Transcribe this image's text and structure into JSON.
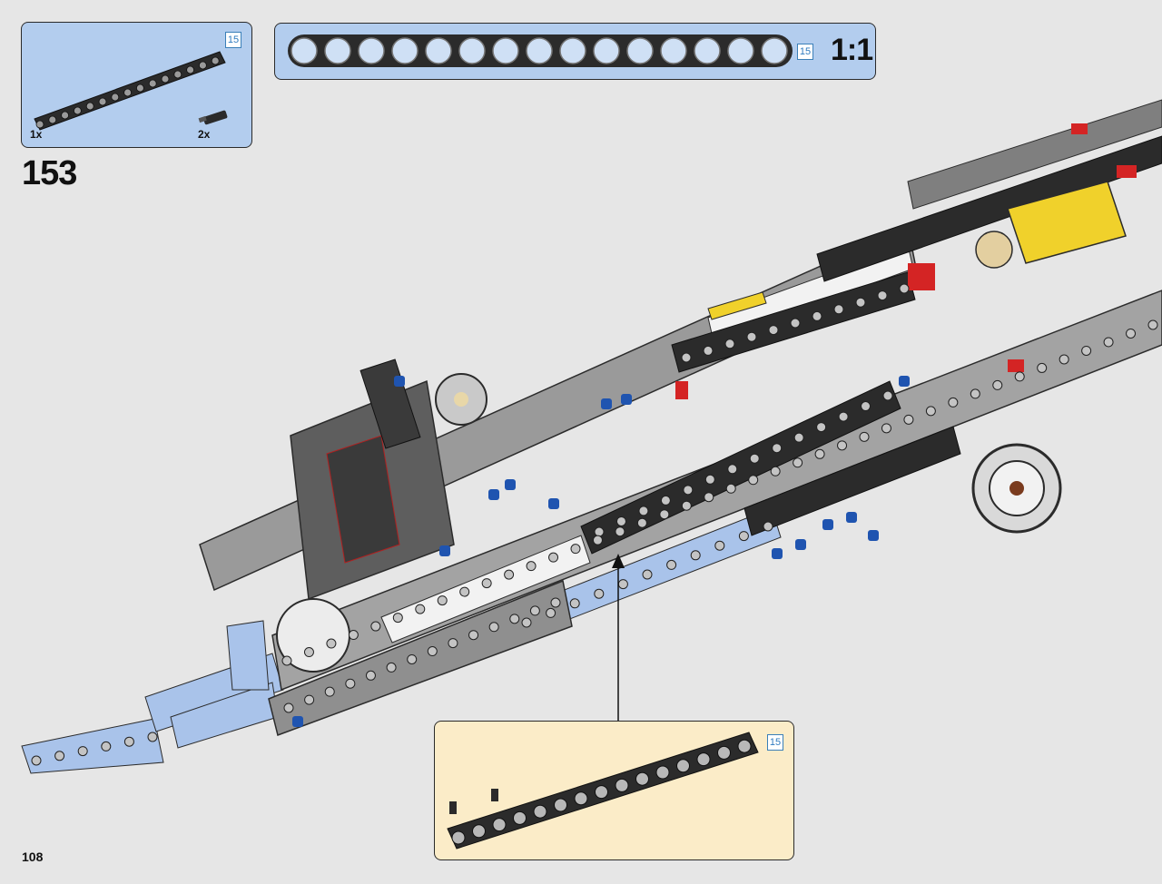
{
  "page": {
    "number": "108",
    "step_number": "153"
  },
  "parts_panel": {
    "items": [
      {
        "quantity": "1x",
        "part_icon": "beam-15-icon",
        "length_badge": "15"
      },
      {
        "quantity": "2x",
        "part_icon": "axle-pin-icon"
      }
    ]
  },
  "scale_panel": {
    "length_badge": "15",
    "scale_label": "1:1",
    "hole_count": 15
  },
  "sub_assembly": {
    "length_badge": "15",
    "part_icon": "beam-15-with-pins-icon"
  },
  "colors": {
    "panel_blue": "#b3cdee",
    "panel_cream": "#fbecc8",
    "background": "#e6e6e6",
    "beam_dark": "#2b2b2b",
    "beam_light_blue": "#a9c3ea",
    "pin_blue": "#1f54b0"
  }
}
